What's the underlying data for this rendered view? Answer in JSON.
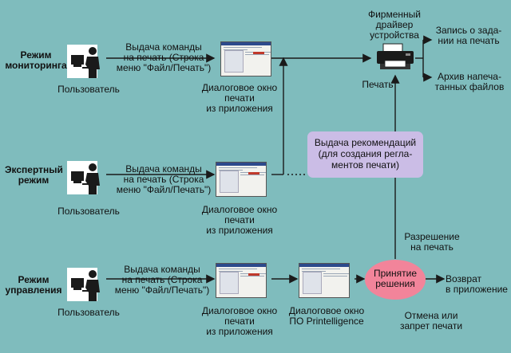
{
  "modes": {
    "monitoring": "Режим\nмониторинга",
    "expert": "Экспертный\nрежим",
    "control": "Режим\nуправления"
  },
  "labels": {
    "user": "Пользователь",
    "print_command": "Выдача команды\nна печать (Строка\nменю \"Файл/Печать\")",
    "app_dialog": "Диалоговое окно\nпечати\nиз приложения",
    "pi_dialog": "Диалоговое окно\nПО Printelligence",
    "driver": "Фирменный\nдрайвер\nустройства",
    "print": "Печать",
    "job_record": "Запись о зада-\nнии на печать",
    "archive": "Архив напеча-\nтанных файлов",
    "recommendation": "Выдача рекомендаций (для создания регла-ментов печати)",
    "allow": "Разрешение\nна печать",
    "decision": "Принятие решения",
    "return": "Возврат\nв приложение",
    "cancel": "Отмена или\nзапрет печати"
  },
  "colors": {
    "background": "#7fbcbd",
    "recommendation_box": "#cbbde6",
    "decision_ellipse": "#f2849a",
    "lines": "#1a1a1a"
  },
  "icons": {
    "user": "user-at-computer-icon",
    "dialog": "dialog-window-screenshot-icon",
    "printer": "printer-icon"
  }
}
